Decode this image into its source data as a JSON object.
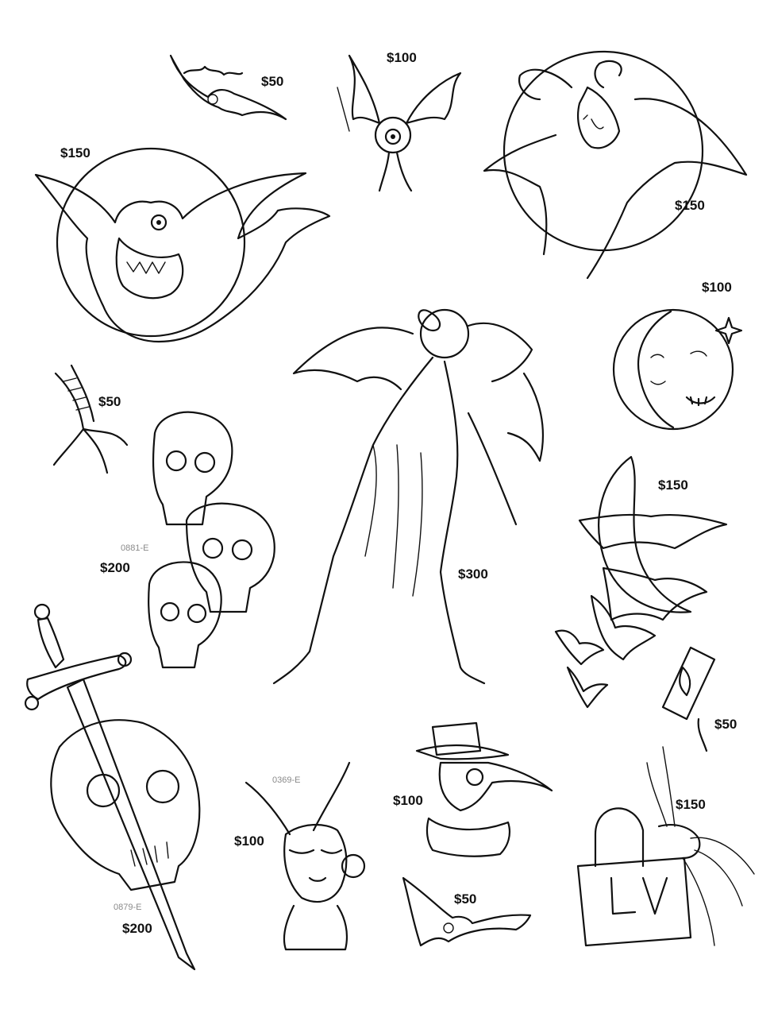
{
  "flash_items": [
    {
      "id": "bat-small",
      "price": "$50"
    },
    {
      "id": "eyeball-bat",
      "price": "$100"
    },
    {
      "id": "gargoyle",
      "price": "$150"
    },
    {
      "id": "goat-skull-demon",
      "price": "$150"
    },
    {
      "id": "moon-face",
      "price": "$100"
    },
    {
      "id": "bird-claw",
      "price": "$50"
    },
    {
      "id": "skull-stack",
      "price": "$200",
      "code": "0881-E"
    },
    {
      "id": "winged-demon",
      "price": "$300"
    },
    {
      "id": "moon-bats",
      "price": "$150"
    },
    {
      "id": "razor-blade",
      "price": "$50"
    },
    {
      "id": "dagger-skull",
      "price": "$200",
      "code": "0879-E"
    },
    {
      "id": "bunny-girl",
      "price": "$100",
      "code": "0369-E"
    },
    {
      "id": "plague-doctor",
      "price": "$100"
    },
    {
      "id": "bat-bottom",
      "price": "$50"
    },
    {
      "id": "padlock-spider",
      "price": "$150"
    }
  ]
}
